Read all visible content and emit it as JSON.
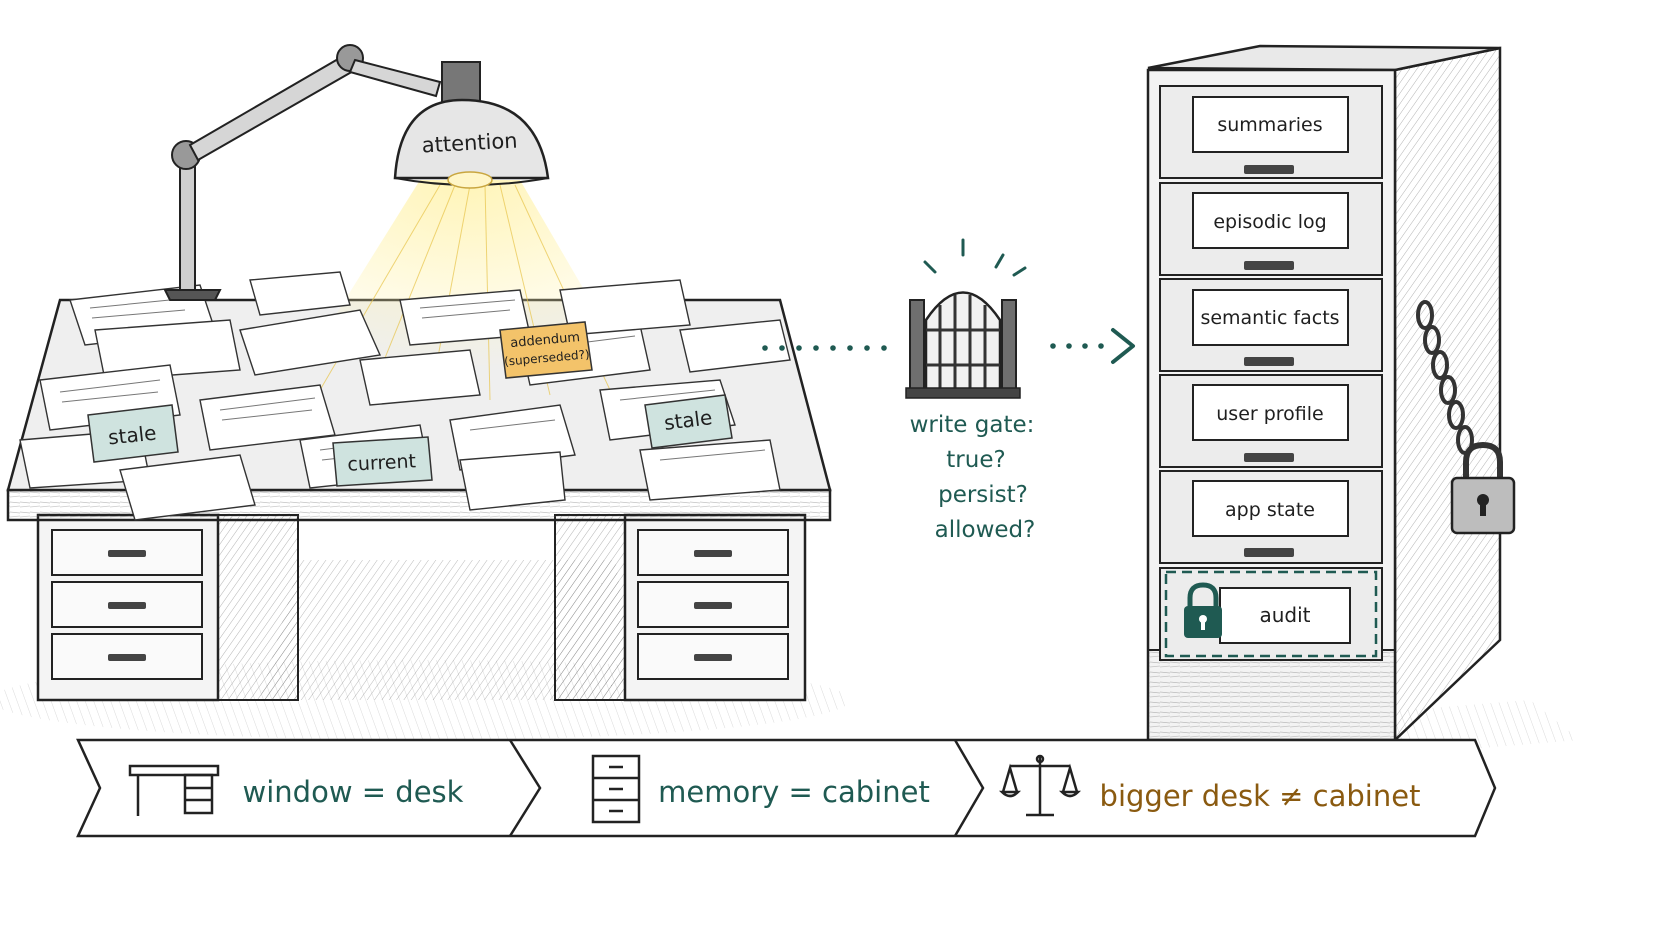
{
  "desk": {
    "lamp_label": "attention",
    "tags": {
      "stale_left": "stale",
      "current": "current",
      "stale_right": "stale",
      "addendum_line1": "addendum",
      "addendum_line2": "(superseded?)"
    }
  },
  "gate": {
    "lines": [
      "write gate:",
      "true?",
      "persist?",
      "allowed?"
    ]
  },
  "cabinet": {
    "drawers": [
      "summaries",
      "episodic log",
      "semantic facts",
      "user profile",
      "app state",
      "audit"
    ]
  },
  "banner": {
    "segments": [
      {
        "text": "window = desk",
        "icon": "desk-icon"
      },
      {
        "text": "memory = cabinet",
        "icon": "cabinet-icon"
      },
      {
        "text": "bigger desk ≠ cabinet",
        "icon": "scales-icon"
      }
    ]
  },
  "colors": {
    "teal": "#1f5a52",
    "tag_teal_fill": "#cfe3df",
    "tag_amber_fill": "#f3c36a",
    "gold_text": "#8a5a10",
    "ink": "#222222"
  }
}
